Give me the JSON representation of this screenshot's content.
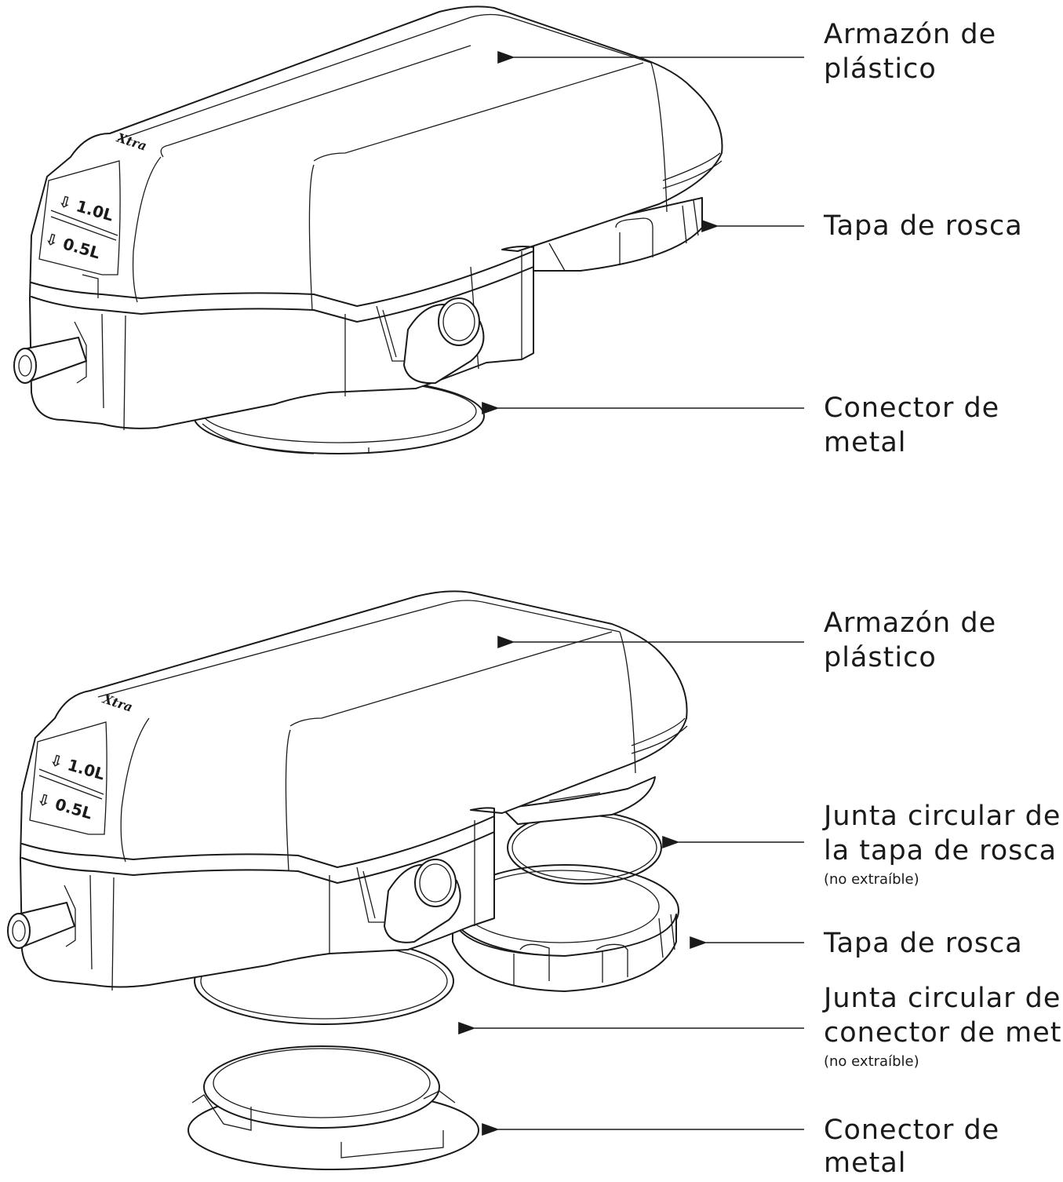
{
  "colors": {
    "line": "#1a1a1a",
    "background": "#ffffff"
  },
  "top_view": {
    "labels": {
      "frame_line1": "Armazón de",
      "frame_line2": "plástico",
      "cap": "Tapa de rosca",
      "connector_line1": "Conector de",
      "connector_line2": "metal"
    }
  },
  "bottom_view": {
    "labels": {
      "frame_line1": "Armazón de",
      "frame_line2": "plástico",
      "cap_gasket_line1": "Junta circular de",
      "cap_gasket_line2": "la tapa de rosca",
      "cap_gasket_note": "(no extraíble)",
      "cap": "Tapa de rosca",
      "connector_gasket_line1": "Junta circular del",
      "connector_gasket_line2": "conector de metal",
      "connector_gasket_note": "(no extraíble)",
      "connector_line1": "Conector de",
      "connector_line2": "metal"
    }
  },
  "device_markings": {
    "level_high": "1.0L",
    "level_low": "0.5L",
    "logo": "Xtra"
  }
}
